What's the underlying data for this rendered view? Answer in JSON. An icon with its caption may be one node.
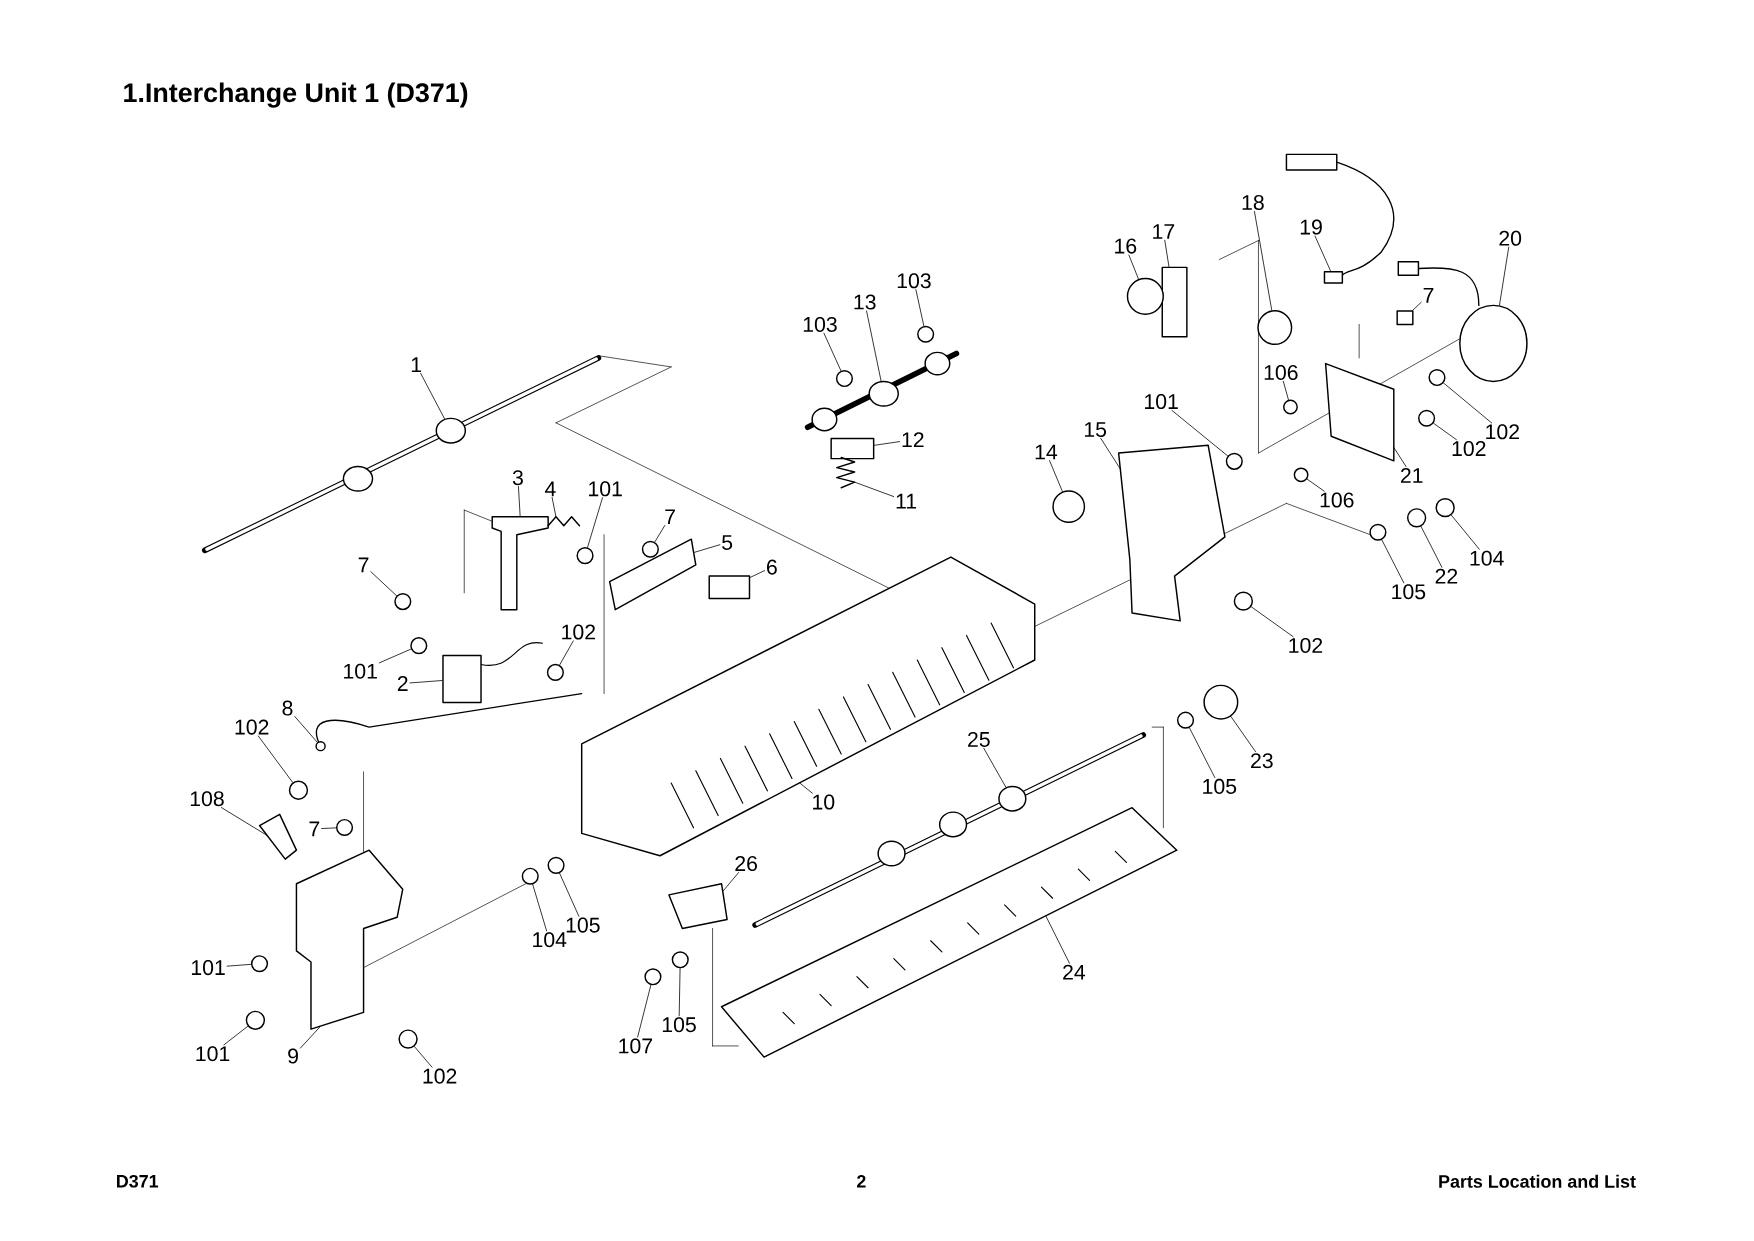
{
  "diagram": {
    "title": "1.Interchange Unit 1 (D371)",
    "nodes": [
      {
        "text": [
          "18"
        ]
      },
      {
        "text": [
          "17"
        ]
      },
      {
        "text": [
          "19"
        ]
      },
      {
        "text": [
          "16"
        ]
      },
      {
        "text": [
          "20"
        ]
      },
      {
        "text": [
          "103"
        ]
      },
      {
        "text": [
          "7"
        ]
      },
      {
        "text": [
          "13"
        ]
      },
      {
        "text": [
          "103"
        ]
      },
      {
        "text": [
          "1"
        ]
      },
      {
        "text": [
          "106"
        ]
      },
      {
        "text": [
          "101"
        ]
      },
      {
        "text": [
          "102"
        ]
      },
      {
        "text": [
          "15"
        ]
      },
      {
        "text": [
          "12"
        ]
      },
      {
        "text": [
          "102"
        ]
      },
      {
        "text": [
          "14"
        ]
      },
      {
        "text": [
          "3"
        ]
      },
      {
        "text": [
          "4"
        ]
      },
      {
        "text": [
          "101"
        ]
      },
      {
        "text": [
          "21"
        ]
      },
      {
        "text": [
          "11"
        ]
      },
      {
        "text": [
          "106"
        ]
      },
      {
        "text": [
          "7"
        ]
      },
      {
        "text": [
          "5"
        ]
      },
      {
        "text": [
          "104"
        ]
      },
      {
        "text": [
          "7"
        ]
      },
      {
        "text": [
          "6"
        ]
      },
      {
        "text": [
          "22"
        ]
      },
      {
        "text": [
          "105"
        ]
      },
      {
        "text": [
          "102"
        ]
      },
      {
        "text": [
          "102"
        ]
      },
      {
        "text": [
          "101"
        ]
      },
      {
        "text": [
          "2"
        ]
      },
      {
        "text": [
          "8"
        ]
      },
      {
        "text": [
          "102"
        ]
      },
      {
        "text": [
          "25"
        ]
      },
      {
        "text": [
          "23"
        ]
      },
      {
        "text": [
          "105"
        ]
      },
      {
        "text": [
          "108"
        ]
      },
      {
        "text": [
          "10"
        ]
      },
      {
        "text": [
          "7"
        ]
      },
      {
        "text": [
          "26"
        ]
      },
      {
        "text": [
          "105"
        ]
      },
      {
        "text": [
          "104"
        ]
      },
      {
        "text": [
          "101"
        ]
      },
      {
        "text": [
          "24"
        ]
      },
      {
        "text": [
          "105"
        ]
      },
      {
        "text": [
          "107"
        ]
      },
      {
        "text": [
          "101"
        ]
      },
      {
        "text": [
          "9"
        ]
      },
      {
        "text": [
          "102"
        ]
      },
      {
        "text": [],
        "shape": "circle"
      },
      {
        "text": [],
        "shape": "box"
      },
      {
        "text": [],
        "shape": "box"
      },
      {
        "text": [],
        "shape": "circle"
      },
      {
        "text": [],
        "shape": "circle"
      },
      {
        "text": [],
        "shape": "circle"
      },
      {
        "text": [],
        "shape": "box"
      },
      {
        "text": [],
        "shape": "circle"
      },
      {
        "text": [],
        "shape": "circle"
      },
      {
        "text": [],
        "shape": "circle"
      },
      {
        "text": [],
        "shape": "circle"
      },
      {
        "text": [],
        "shape": "circle"
      },
      {
        "text": [],
        "shape": "circle"
      },
      {
        "text": [],
        "shape": "picture"
      },
      {
        "text": [],
        "shape": "box"
      },
      {
        "text": [],
        "shape": "circle"
      },
      {
        "text": [],
        "shape": "circle"
      },
      {
        "text": [],
        "shape": "picture"
      },
      {
        "text": [],
        "shape": "picture"
      },
      {
        "text": [],
        "shape": "circle"
      },
      {
        "text": [],
        "shape": "picture"
      },
      {
        "text": [],
        "shape": "picture"
      },
      {
        "text": [],
        "shape": "circle"
      },
      {
        "text": [],
        "shape": "circle"
      },
      {
        "text": [],
        "shape": "picture"
      },
      {
        "text": [],
        "shape": "circle"
      },
      {
        "text": [],
        "shape": "circle"
      },
      {
        "text": [],
        "shape": "box"
      },
      {
        "text": [],
        "shape": "circle"
      },
      {
        "text": [],
        "shape": "circle"
      },
      {
        "text": [],
        "shape": "circle"
      },
      {
        "text": [],
        "shape": "circle"
      },
      {
        "text": [],
        "shape": "circle"
      },
      {
        "text": [],
        "shape": "box"
      },
      {
        "text": [],
        "shape": "circle"
      },
      {
        "text": [],
        "shape": "circle"
      },
      {
        "text": [],
        "shape": "circle"
      },
      {
        "text": [],
        "shape": "circle"
      },
      {
        "text": [],
        "shape": "circle"
      },
      {
        "text": [],
        "shape": "picture"
      },
      {
        "text": [],
        "shape": "picture"
      },
      {
        "text": [],
        "shape": "circle"
      },
      {
        "text": [],
        "shape": "picture"
      },
      {
        "text": [],
        "shape": "circle"
      },
      {
        "text": [],
        "shape": "circle"
      },
      {
        "text": [],
        "shape": "circle"
      },
      {
        "text": [],
        "shape": "picture"
      },
      {
        "text": [],
        "shape": "circle"
      },
      {
        "text": [],
        "shape": "circle"
      },
      {
        "text": [],
        "shape": "circle"
      },
      {
        "text": [],
        "shape": "picture"
      },
      {
        "text": [],
        "shape": "circle"
      }
    ],
    "edges": [
      {
        "from": 0,
        "to": 52,
        "arrow": "none"
      },
      {
        "from": 1,
        "to": 53,
        "arrow": "none"
      },
      {
        "from": 2,
        "to": 54,
        "arrow": "none"
      },
      {
        "from": 3,
        "to": 55,
        "arrow": "none"
      },
      {
        "from": 4,
        "to": 56,
        "arrow": "none"
      },
      {
        "from": 5,
        "to": 57,
        "arrow": "none"
      },
      {
        "from": 6,
        "to": 58,
        "arrow": "none"
      },
      {
        "from": 7,
        "to": 59,
        "arrow": "none"
      },
      {
        "from": 8,
        "to": 60,
        "arrow": "none"
      },
      {
        "from": 9,
        "to": 61,
        "arrow": "none"
      },
      {
        "from": 10,
        "to": 62,
        "arrow": "none"
      },
      {
        "from": 11,
        "to": 63,
        "arrow": "none"
      },
      {
        "from": 12,
        "to": 64,
        "arrow": "none"
      },
      {
        "from": 13,
        "to": 65,
        "arrow": "none"
      },
      {
        "from": 14,
        "to": 66,
        "arrow": "none"
      },
      {
        "from": 15,
        "to": 67,
        "arrow": "none"
      },
      {
        "from": 16,
        "to": 68,
        "arrow": "none"
      },
      {
        "from": 17,
        "to": 69,
        "arrow": "none"
      },
      {
        "from": 18,
        "to": 70,
        "arrow": "none"
      },
      {
        "from": 19,
        "to": 71,
        "arrow": "none"
      },
      {
        "from": 20,
        "to": 72,
        "arrow": "none"
      },
      {
        "from": 21,
        "to": 73,
        "arrow": "none"
      },
      {
        "from": 22,
        "to": 74,
        "arrow": "none"
      },
      {
        "from": 23,
        "to": 75,
        "arrow": "none"
      },
      {
        "from": 24,
        "to": 76,
        "arrow": "none"
      },
      {
        "from": 25,
        "to": 77,
        "arrow": "none"
      },
      {
        "from": 26,
        "to": 78,
        "arrow": "none"
      },
      {
        "from": 27,
        "to": 79,
        "arrow": "none"
      },
      {
        "from": 28,
        "to": 80,
        "arrow": "none"
      },
      {
        "from": 29,
        "to": 81,
        "arrow": "none"
      },
      {
        "from": 30,
        "to": 82,
        "arrow": "none"
      },
      {
        "from": 31,
        "to": 83,
        "arrow": "none"
      },
      {
        "from": 32,
        "to": 84,
        "arrow": "none"
      },
      {
        "from": 33,
        "to": 85,
        "arrow": "none"
      },
      {
        "from": 34,
        "to": 86,
        "arrow": "none"
      },
      {
        "from": 35,
        "to": 87,
        "arrow": "none"
      },
      {
        "from": 36,
        "to": 88,
        "arrow": "none"
      },
      {
        "from": 37,
        "to": 89,
        "arrow": "none"
      },
      {
        "from": 38,
        "to": 90,
        "arrow": "none"
      },
      {
        "from": 39,
        "to": 91,
        "arrow": "none"
      },
      {
        "from": 40,
        "to": 92,
        "arrow": "none"
      },
      {
        "from": 41,
        "to": 93,
        "arrow": "none"
      },
      {
        "from": 42,
        "to": 94,
        "arrow": "none"
      },
      {
        "from": 43,
        "to": 95,
        "arrow": "none"
      },
      {
        "from": 44,
        "to": 96,
        "arrow": "none"
      },
      {
        "from": 45,
        "to": 97,
        "arrow": "none"
      },
      {
        "from": 46,
        "to": 98,
        "arrow": "none"
      },
      {
        "from": 47,
        "to": 99,
        "arrow": "none"
      },
      {
        "from": 48,
        "to": 100,
        "arrow": "none"
      },
      {
        "from": 49,
        "to": 101,
        "arrow": "none"
      },
      {
        "from": 50,
        "to": 102,
        "arrow": "none"
      },
      {
        "from": 51,
        "to": 103,
        "arrow": "none"
      }
    ],
    "labels": [
      "D371",
      "2",
      "Parts Location and List"
    ]
  }
}
